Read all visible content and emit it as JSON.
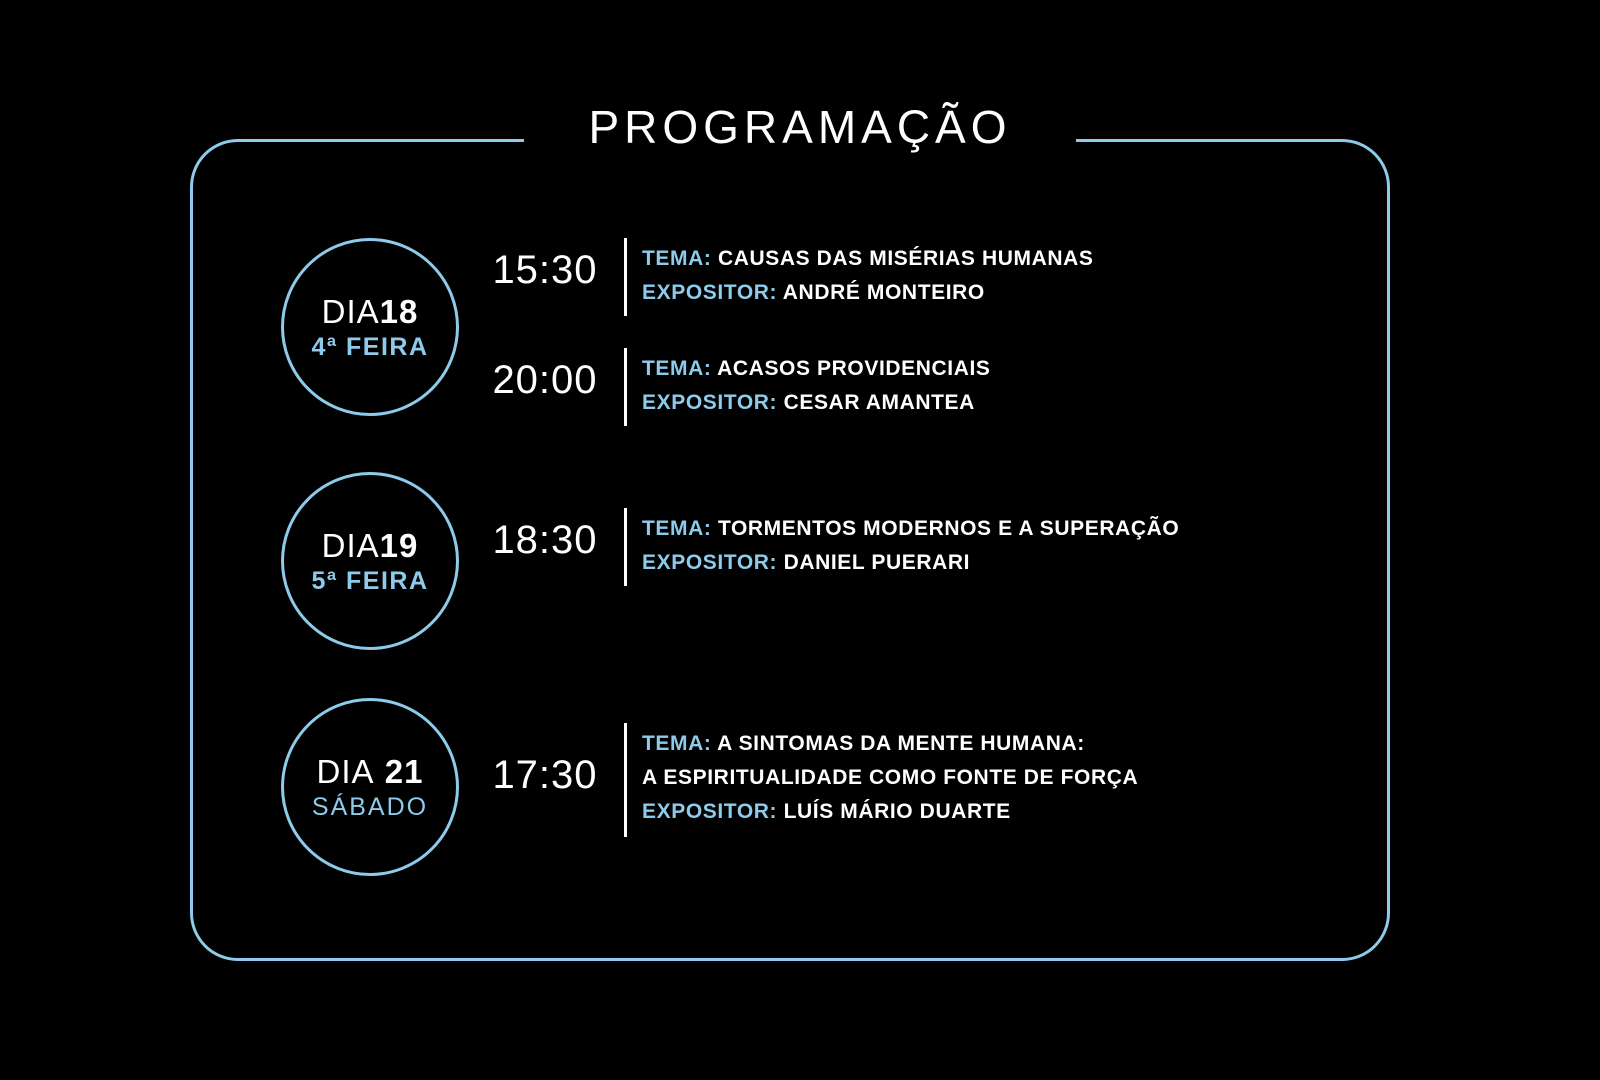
{
  "poster": {
    "title": "PROGRAMAÇÃO",
    "accent_color": "#8ecbeb",
    "text_color": "#ffffff",
    "background_color": "#000000"
  },
  "labels": {
    "tema": "TEMA:",
    "expositor": "EXPOSITOR:"
  },
  "days": [
    {
      "day_prefix": "DIA",
      "day_number": "18",
      "weekday": "4ª FEIRA",
      "sessions": [
        {
          "time": "15:30",
          "tema": "CAUSAS DAS MISÉRIAS HUMANAS",
          "tema_line2": "",
          "expositor": "ANDRÉ MONTEIRO"
        },
        {
          "time": "20:00",
          "tema": "ACASOS PROVIDENCIAIS",
          "tema_line2": "",
          "expositor": "CESAR AMANTEA"
        }
      ]
    },
    {
      "day_prefix": "DIA",
      "day_number": "19",
      "weekday": "5ª FEIRA",
      "sessions": [
        {
          "time": "18:30",
          "tema": "TORMENTOS MODERNOS E A SUPERAÇÃO",
          "tema_line2": "",
          "expositor": "DANIEL PUERARI"
        }
      ]
    },
    {
      "day_prefix": "DIA",
      "day_number": "21",
      "weekday": "SÁBADO",
      "sessions": [
        {
          "time": "17:30",
          "tema": "A SINTOMAS DA MENTE HUMANA:",
          "tema_line2": "A ESPIRITUALIDADE COMO FONTE DE FORÇA",
          "expositor": "LUÍS MÁRIO DUARTE"
        }
      ]
    }
  ]
}
